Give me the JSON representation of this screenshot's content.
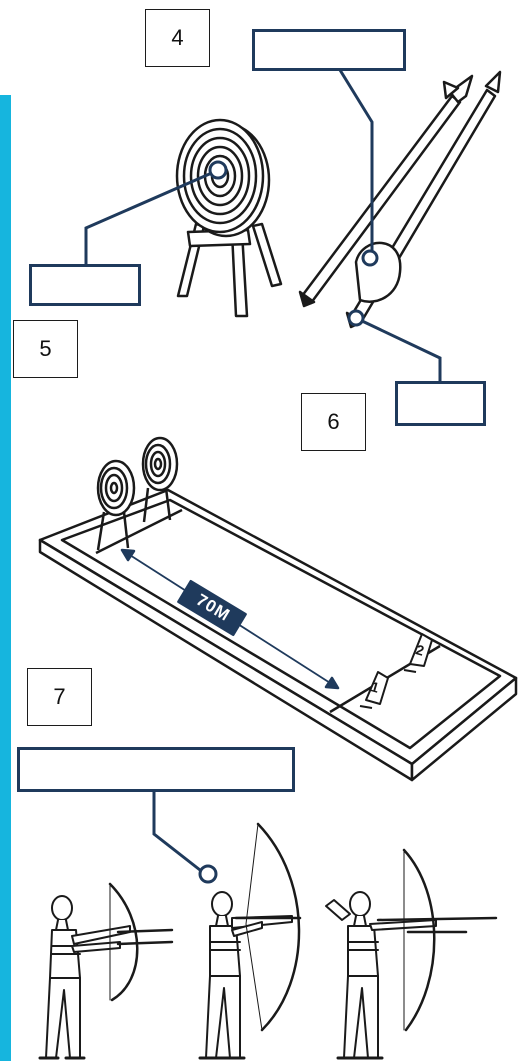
{
  "colors": {
    "accent_bar": "#16b5de",
    "leader_line": "#1f3a5c",
    "label_border": "#1f3a5c",
    "badge_fill": "#1f3a5c",
    "badge_text": "#ffffff",
    "ink": "#1a1a1a"
  },
  "numbers": {
    "n4": "4",
    "n5": "5",
    "n6": "6",
    "n7": "7"
  },
  "range": {
    "distance_label": "70M",
    "marker_1": "1",
    "marker_2": "2"
  },
  "answer_boxes": {
    "arrow_part": "",
    "target_center": "",
    "bow_part": "",
    "archer_stance": ""
  }
}
